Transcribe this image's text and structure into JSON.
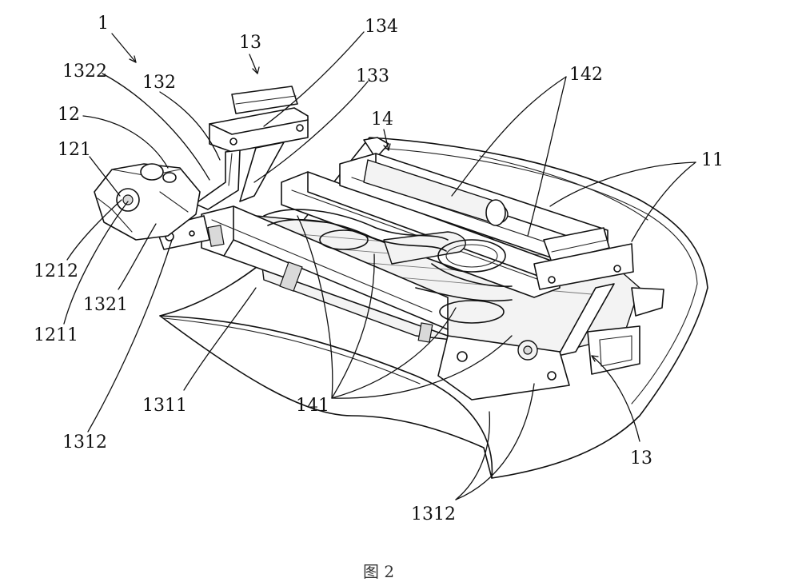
{
  "figure": {
    "caption": "图 2",
    "labels": {
      "l_1": "1",
      "l_13_top": "13",
      "l_134": "134",
      "l_1322": "1322",
      "l_132": "132",
      "l_133": "133",
      "l_142": "142",
      "l_12": "12",
      "l_14": "14",
      "l_121": "121",
      "l_11": "11",
      "l_1212": "1212",
      "l_1321": "1321",
      "l_1211": "1211",
      "l_1311": "1311",
      "l_141": "141",
      "l_1312_left": "1312",
      "l_13_right": "13",
      "l_1312_bottom": "1312"
    }
  }
}
